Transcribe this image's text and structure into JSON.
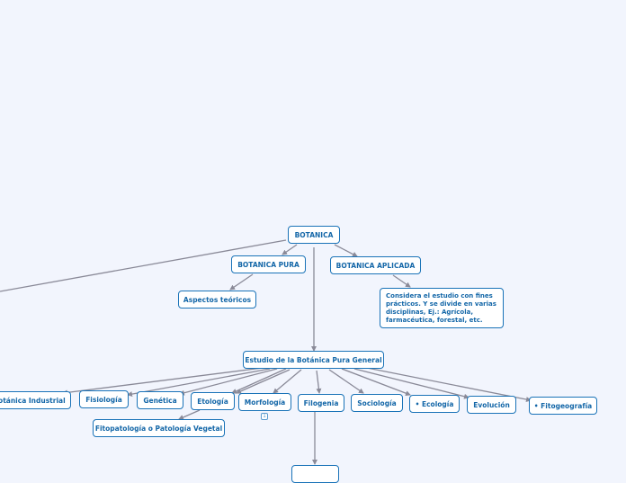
{
  "diagram": {
    "root": "BOTANICA",
    "branches": {
      "pura": "BOTANICA PURA",
      "aplicada": "BOTANICA APLICADA",
      "aspectos": "Aspectos teóricos",
      "aplicada_desc": "Considera el estudio con fines prácticos. Y se divide en varias disciplinas, Ej.: Agrícola, farmacéutica, forestal, etc.",
      "estudio": "Estudio de la Botánica Pura General"
    },
    "disciplines": {
      "industrial": "Botánica Industrial",
      "fisiologia": "Fisiología",
      "genetica": "Genética",
      "etologia": "Etología",
      "morfologia": "Morfología",
      "filogenia": "Filogenia",
      "sociologia": "Sociología",
      "ecologia": "• Ecología",
      "evolucion": "Evolución",
      "fitogeografia": "• Fitogeografía",
      "fitopatologia": "Fitopatología o Patología Vegetal",
      "bottom": ""
    },
    "badges": {
      "morfologia_count": "1"
    },
    "colors": {
      "background": "#f2f5fd",
      "node_border": "#1a73b8",
      "node_text": "#1467a8",
      "connector": "#8a8a98"
    }
  }
}
